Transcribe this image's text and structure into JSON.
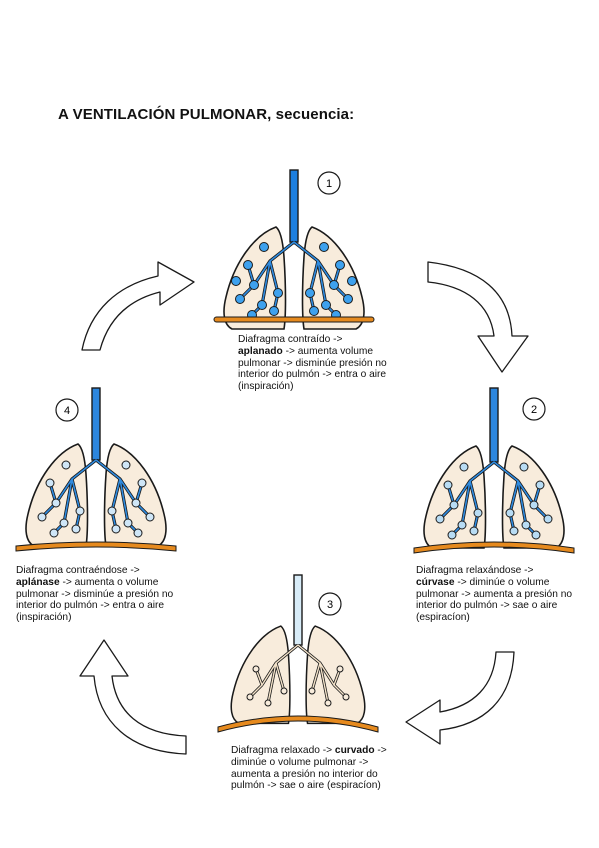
{
  "title": "A VENTILACIÓN PULMONAR, secuencia:",
  "stages": [
    {
      "number": "1",
      "caption_pre": "Diafragma contraído ->",
      "caption_bold": "aplanado",
      "caption_post": " -> aumenta volume pulmonar -> disminúe presión no interior do pulmón -> entra o aire (inspiración)"
    },
    {
      "number": "2",
      "caption_pre": "Diafragma relaxándose ->",
      "caption_bold": "cúrvase",
      "caption_post": " -> diminúe o volume pulmonar -> aumenta a presión no interior do pulmón -> sae o aire (espiracíon)"
    },
    {
      "number": "3",
      "caption_pre": "Diafragma relaxado -> ",
      "caption_bold": "curvado",
      "caption_post": " -> diminúe o volume pulmonar -> aumenta a presión no interior do pulmón -> sae o aire (espiracíon)"
    },
    {
      "number": "4",
      "caption_pre": "Diafragma contraéndose ->",
      "caption_bold": "aplánase",
      "caption_post": " -> aumenta o volume pulmonar -> disminúe a presión no interior do pulmón -> entra o aire (inspiración)"
    }
  ],
  "colors": {
    "lung_fill": "#f8ecdc",
    "outline": "#1a1a1a",
    "diaphragm": "#e68a1e",
    "trachea_1": "#1c7fe0",
    "trachea_2": "#2c86de",
    "trachea_3": "#d8ecf8",
    "trachea_4": "#2c86de",
    "alveoli_1": "#3ea1ee",
    "alveoli_2": "#b8dcf4",
    "alveoli_3": "#f8ecdc",
    "alveoli_4": "#cfe6f7"
  }
}
